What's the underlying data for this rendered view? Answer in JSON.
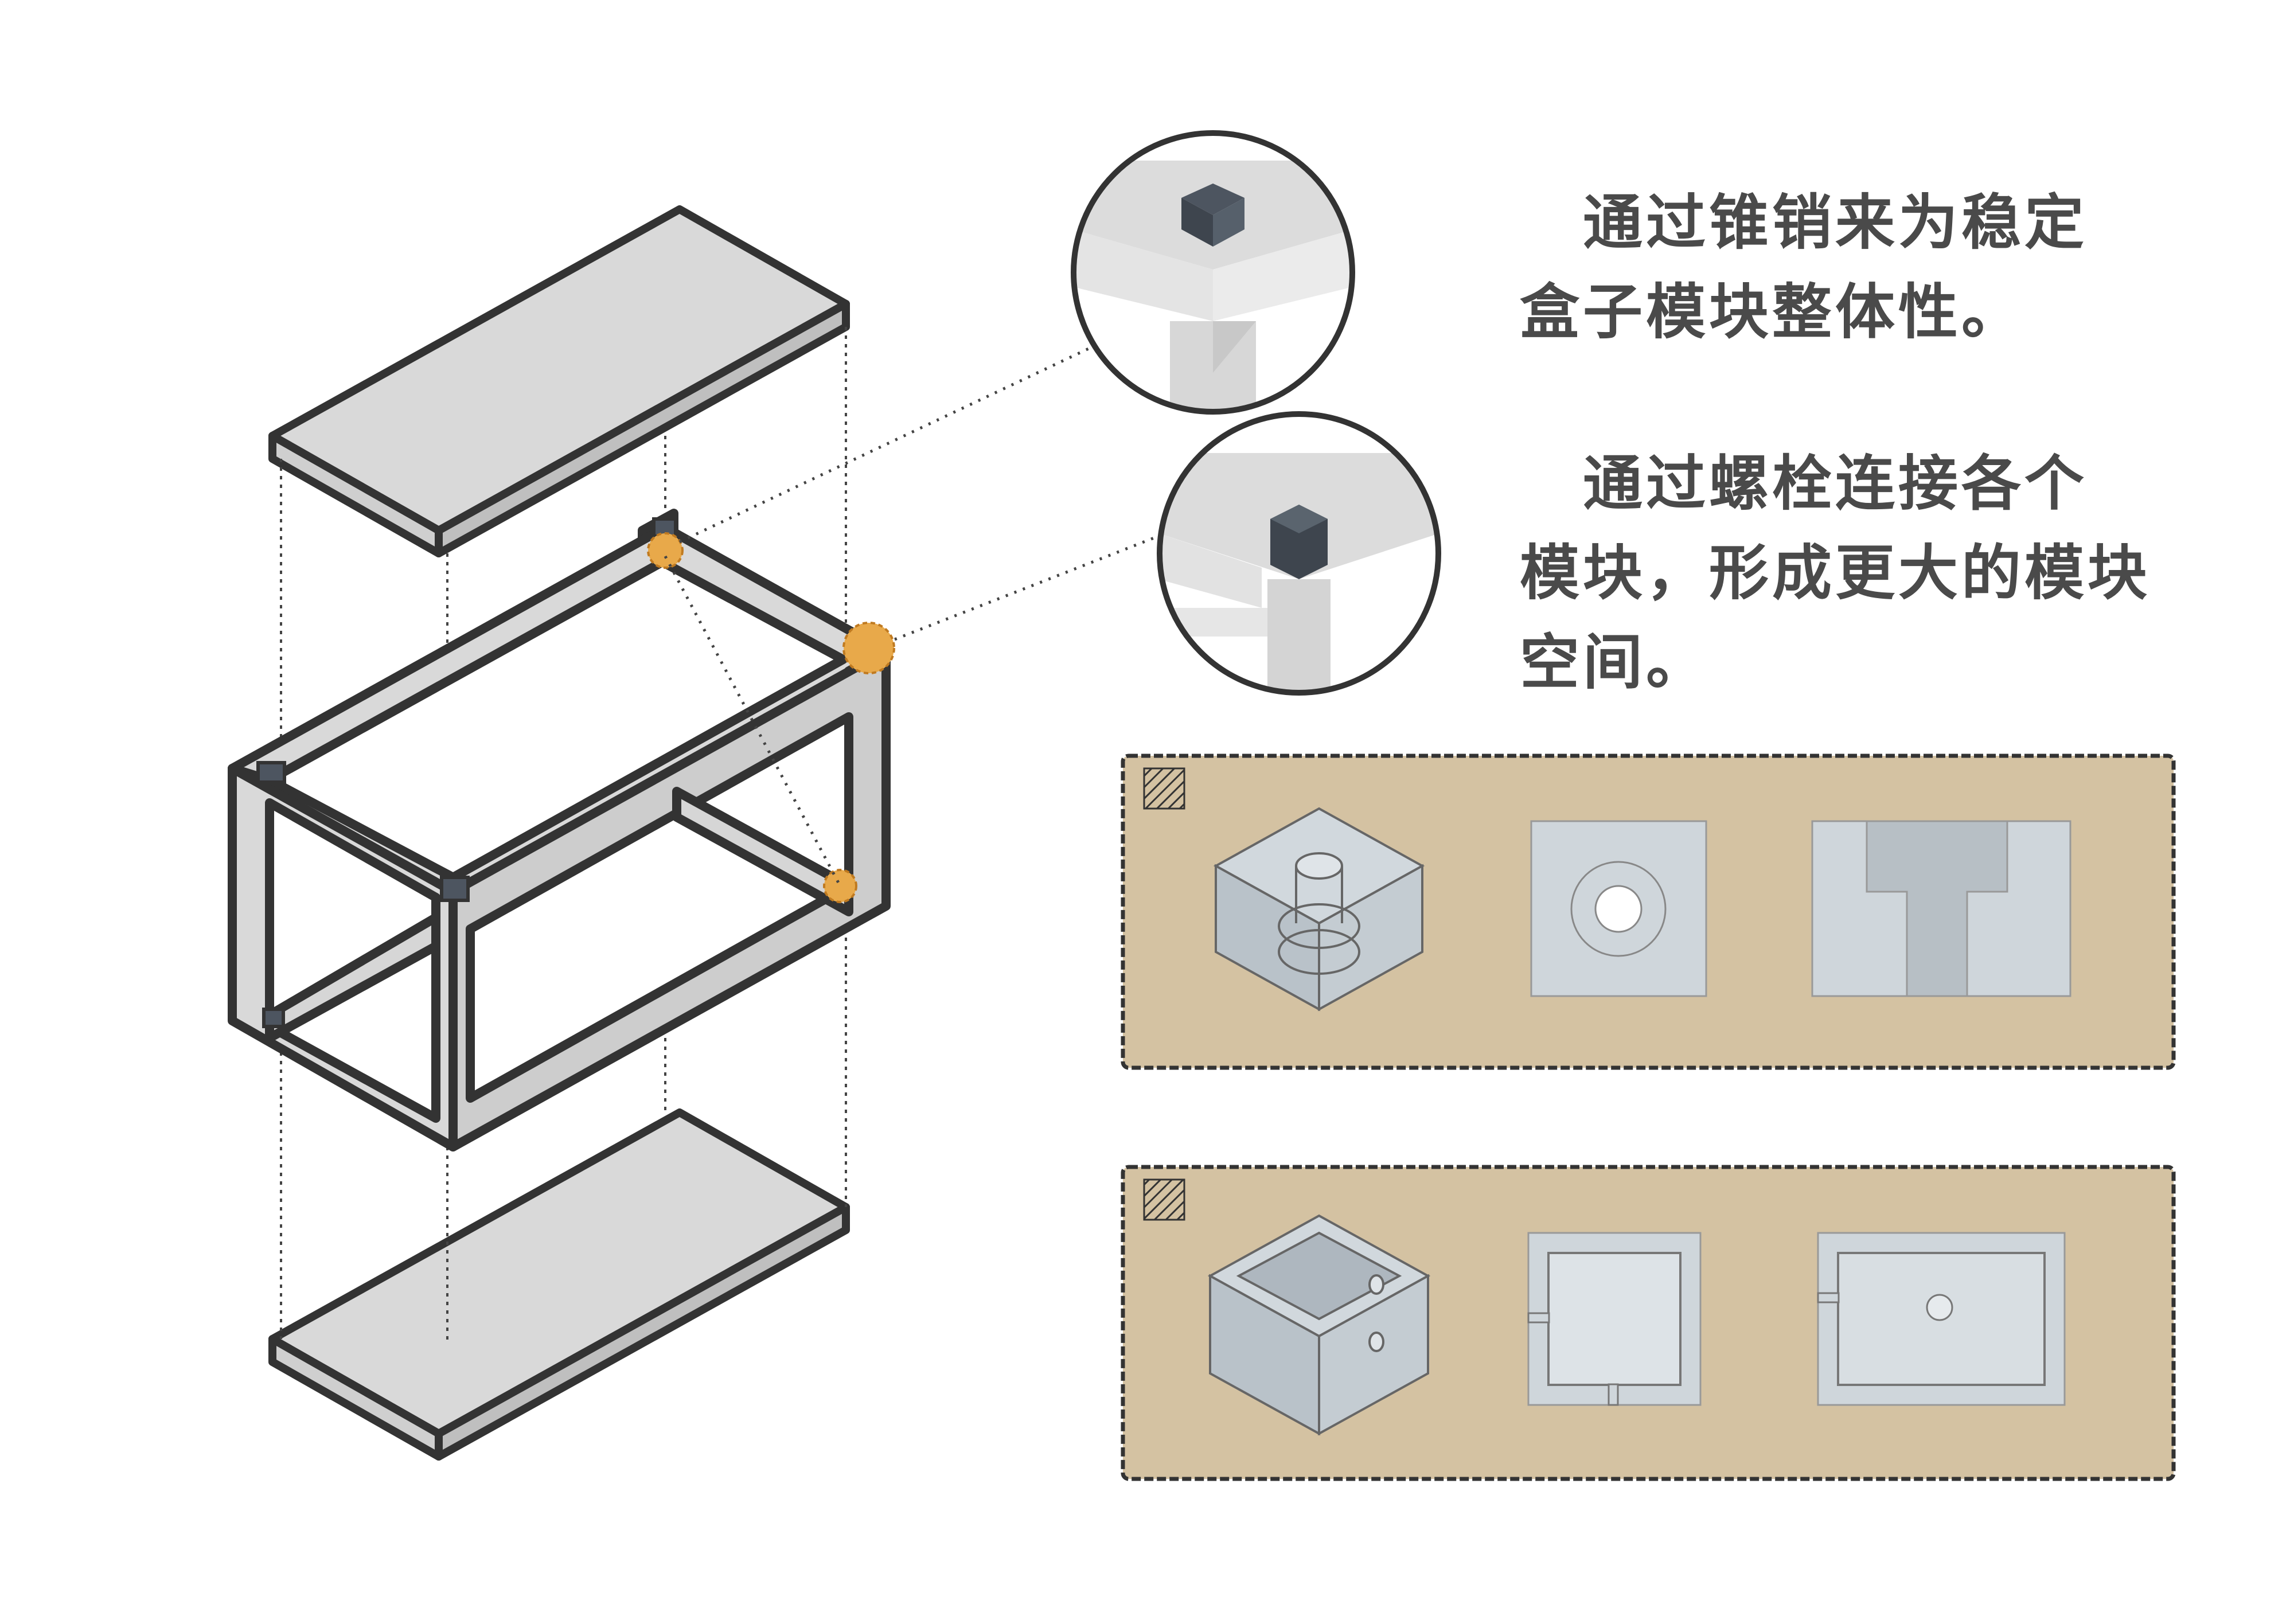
{
  "captions": {
    "dowel": {
      "lines": [
        "　通过锥销来为稳定",
        "盒子模块整体性。"
      ]
    },
    "bolt": {
      "lines": [
        "　通过螺栓连接各个",
        "模块，形成更大的模块",
        "空间。"
      ]
    }
  },
  "colors": {
    "outline": "#333333",
    "concrete": "#d9d9d9",
    "concrete_shade": "#c6c6c6",
    "panel_bg": "#d4c2a2",
    "highlight": "#e8a94a",
    "connector": "#4d5560",
    "block_fill": "#c5cdd3"
  },
  "icons": [
    "hatch-icon",
    "hatch-icon"
  ]
}
